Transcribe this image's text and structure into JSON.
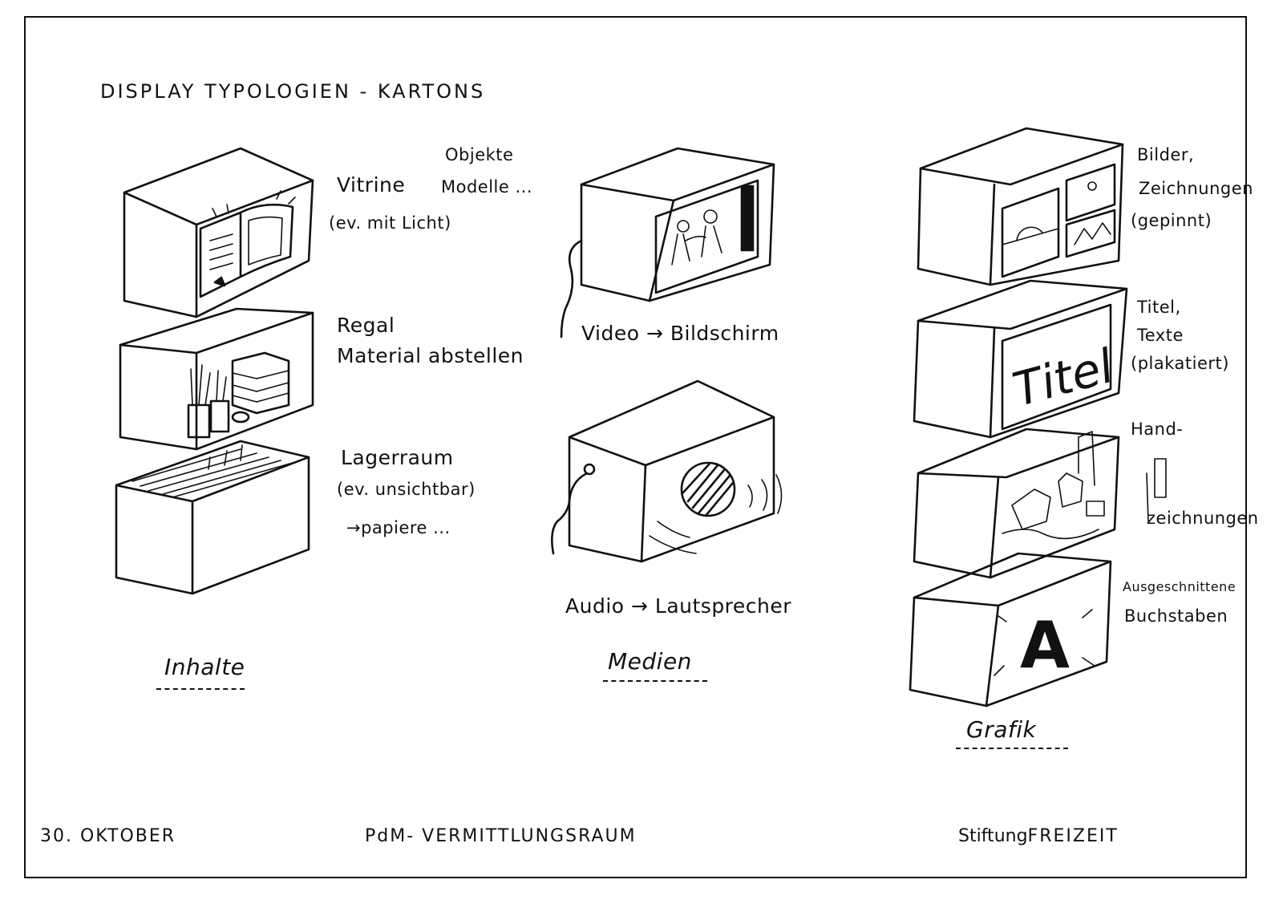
{
  "title": "DISPLAY TYPOLOGIEN - KARTONS",
  "inhalte": {
    "vitrine": "Vitrine",
    "vitrine_items": [
      "Objekte",
      "Modelle ..."
    ],
    "vitrine_note": "(ev. mit Licht)",
    "regal": "Regal",
    "regal_note": "Material abstellen",
    "lager": "Lagerraum",
    "lager_note": "(ev. unsichtbar)",
    "lager_arrow": "→papiere ...",
    "category": "Inhalte"
  },
  "medien": {
    "video": "Video → Bildschirm",
    "audio": "Audio → Lautsprecher",
    "category": "Medien"
  },
  "grafik": {
    "bilder": [
      "Bilder,",
      "Zeichnungen",
      "(gepinnt)"
    ],
    "titel": [
      "Titel,",
      "Texte",
      "(plakatiert)"
    ],
    "titel_box_text": "Titel",
    "hand": [
      "Hand-",
      "zeichnungen"
    ],
    "buchstaben": [
      "Ausgeschnittene",
      "Buchstaben"
    ],
    "letter": "A",
    "category": "Grafik"
  },
  "footer": {
    "date": "30. OKTOBER",
    "project": "PdM- VERMITTLUNGSRAUM",
    "client_prefix": "Stiftung",
    "client_name": "FREIZEIT"
  }
}
